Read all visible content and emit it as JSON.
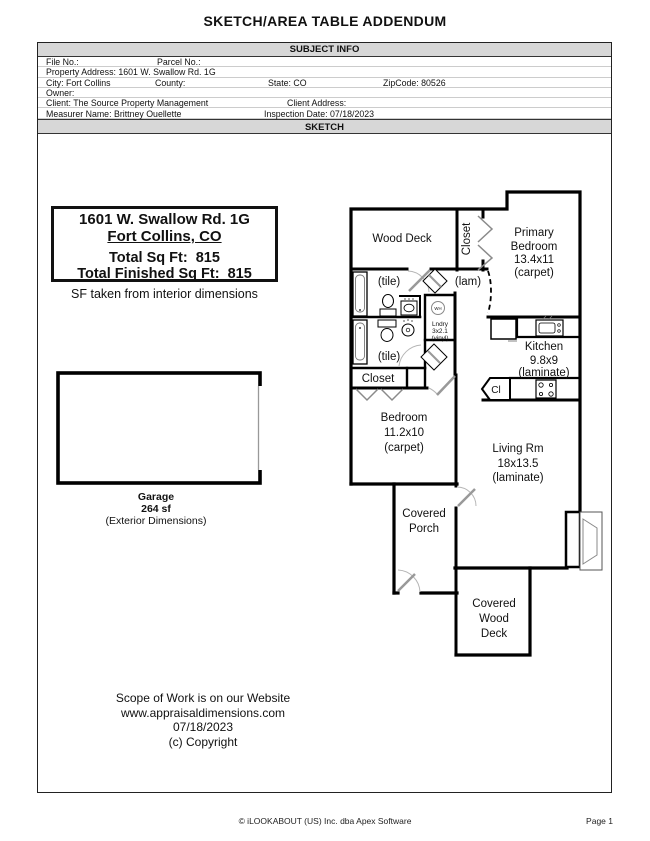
{
  "page": {
    "title": "SKETCH/AREA TABLE ADDENDUM",
    "footer_center": "© iLOOKABOUT (US) Inc. dba Apex Software",
    "footer_right": "Page 1"
  },
  "subject_info": {
    "header": "SUBJECT INFO",
    "file_no_label": "File No.:",
    "parcel_no_label": "Parcel No.:",
    "property_address": "Property Address: 1601 W. Swallow Rd. 1G",
    "city": "City: Fort Collins",
    "county_label": "County:",
    "state": "State: CO",
    "zipcode": "ZipCode: 80526",
    "owner_label": "Owner:",
    "client": "Client: The Source Property Management",
    "client_address_label": "Client Address:",
    "measurer": "Measurer Name: Brittney Ouellette",
    "inspection_date": "Inspection Date: 07/18/2023"
  },
  "sketch": {
    "header": "SKETCH",
    "info_box": {
      "address": "1601 W. Swallow Rd. 1G",
      "city": "Fort Collins, CO",
      "total": "Total Sq Ft:  815",
      "finished": "Total Finished Sq Ft:  815"
    },
    "note": "SF taken from interior dimensions",
    "rooms": {
      "wood_deck": "Wood Deck",
      "hall_closet": "Closet",
      "primary_bedroom": [
        "Primary",
        "Bedroom",
        "13.4x11",
        "(carpet)"
      ],
      "bath1_floor": "(tile)",
      "bath2_floor": "(tile)",
      "hall_floor": "(lam)",
      "laundry": [
        "Lndry",
        "3x2.1",
        "(vinyl)"
      ],
      "water_heater": "WH",
      "kitchen": [
        "Kitchen",
        "9.8x9",
        "(laminate)"
      ],
      "bedroom_closet": "Closet",
      "kitchen_closet": "Cl",
      "bedroom": [
        "Bedroom",
        "11.2x10",
        "(carpet)"
      ],
      "living_room": [
        "Living Rm",
        "18x13.5",
        "(laminate)"
      ],
      "covered_porch": [
        "Covered",
        "Porch"
      ],
      "covered_wood_deck": [
        "Covered",
        "Wood",
        "Deck"
      ]
    },
    "garage": {
      "name": "Garage",
      "area": "264 sf",
      "dims_note": "(Exterior Dimensions)"
    },
    "scope": [
      "Scope of Work is on our Website",
      "www.appraisaldimensions.com",
      "07/18/2023",
      "(c) Copyright"
    ]
  },
  "colors": {
    "wall": "#000000",
    "door": "#999999",
    "header_bg": "#d7d7d7",
    "row_separator": "#cccccc"
  }
}
